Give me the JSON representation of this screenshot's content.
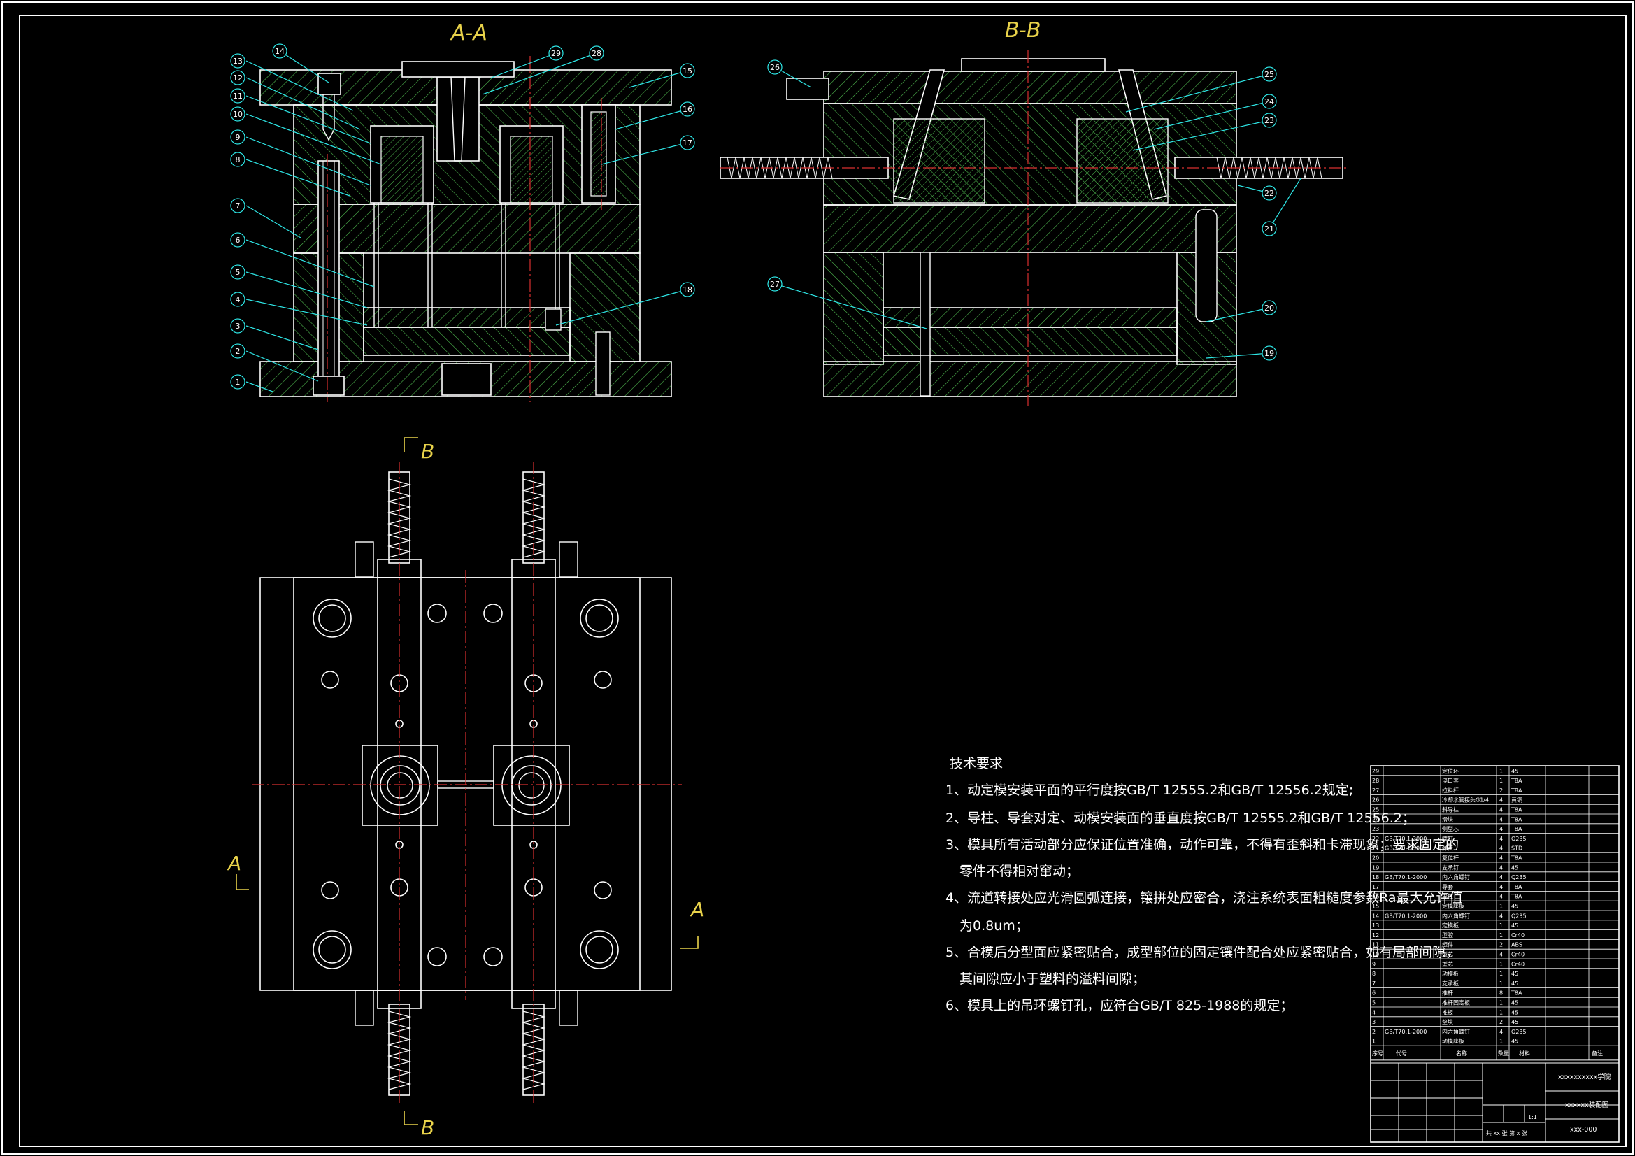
{
  "colors": {
    "background": "#000000",
    "outline": "#ffffff",
    "hatch": "#6be36b",
    "centerline": "#d93030",
    "leader": "#2ee6e6",
    "section_label": "#e8d24a"
  },
  "views": {
    "section_aa_title": "A-A",
    "section_bb_title": "B-B",
    "plan_marker_b_top": "B",
    "plan_marker_b_bottom": "B",
    "plan_marker_a_left": "A",
    "plan_marker_a_right": "A"
  },
  "part_callouts_aa": [
    "1",
    "2",
    "3",
    "4",
    "5",
    "6",
    "7",
    "8",
    "9",
    "10",
    "11",
    "12",
    "13",
    "14",
    "15",
    "16",
    "17",
    "18",
    "29",
    "28"
  ],
  "part_callouts_bb": [
    "26",
    "25",
    "24",
    "23",
    "22",
    "21",
    "27",
    "20",
    "19"
  ],
  "technical_requirements": {
    "heading": "技术要求",
    "items": [
      "1、动定模安装平面的平行度按GB/T 12555.2和GB/T 12556.2规定;",
      "2、导柱、导套对定、动模安装面的垂直度按GB/T 12555.2和GB/T 12556.2；",
      "3、模具所有活动部分应保证位置准确，动作可靠，不得有歪斜和卡滞现象；要求固定的",
      "零件不得相对窜动；",
      "4、流道转接处应光滑圆弧连接，镶拼处应密合，浇注系统表面粗糙度参数Ra最大允许值",
      "为0.8um；",
      "5、合模后分型面应紧密贴合，成型部位的固定镶件配合处应紧密贴合，如有局部间隙，",
      "其间隙应小于塑料的溢料间隙；",
      "6、模具上的吊环螺钉孔，应符合GB/T 825-1988的规定；"
    ]
  },
  "bom": {
    "rows": [
      {
        "no": "29",
        "std": "",
        "name": "定位环",
        "qty": "1",
        "mat": "45",
        "note": ""
      },
      {
        "no": "28",
        "std": "",
        "name": "浇口套",
        "qty": "1",
        "mat": "T8A",
        "note": ""
      },
      {
        "no": "27",
        "std": "",
        "name": "拉料杆",
        "qty": "2",
        "mat": "T8A",
        "note": ""
      },
      {
        "no": "26",
        "std": "",
        "name": "冷却水管接头G1/4",
        "qty": "4",
        "mat": "黄铜",
        "note": ""
      },
      {
        "no": "25",
        "std": "",
        "name": "斜导柱",
        "qty": "4",
        "mat": "T8A",
        "note": ""
      },
      {
        "no": "24",
        "std": "",
        "name": "滑块",
        "qty": "4",
        "mat": "T8A",
        "note": ""
      },
      {
        "no": "23",
        "std": "",
        "name": "侧型芯",
        "qty": "4",
        "mat": "T8A",
        "note": ""
      },
      {
        "no": "22",
        "std": "GB/T70.1-2000",
        "name": "螺钉",
        "qty": "4",
        "mat": "Q235",
        "note": ""
      },
      {
        "no": "21",
        "std": "GB/T70.1-500",
        "name": "弹簧",
        "qty": "4",
        "mat": "STD",
        "note": ""
      },
      {
        "no": "20",
        "std": "",
        "name": "复位杆",
        "qty": "4",
        "mat": "T8A",
        "note": ""
      },
      {
        "no": "19",
        "std": "",
        "name": "支承钉",
        "qty": "4",
        "mat": "45",
        "note": ""
      },
      {
        "no": "18",
        "std": "GB/T70.1-2000",
        "name": "内六角螺钉",
        "qty": "4",
        "mat": "Q235",
        "note": ""
      },
      {
        "no": "17",
        "std": "",
        "name": "导套",
        "qty": "4",
        "mat": "T8A",
        "note": ""
      },
      {
        "no": "16",
        "std": "",
        "name": "导柱",
        "qty": "4",
        "mat": "T8A",
        "note": ""
      },
      {
        "no": "15",
        "std": "",
        "name": "定模座板",
        "qty": "1",
        "mat": "45",
        "note": ""
      },
      {
        "no": "14",
        "std": "GB/T70.1-2000",
        "name": "内六角螺钉",
        "qty": "4",
        "mat": "Q235",
        "note": ""
      },
      {
        "no": "13",
        "std": "",
        "name": "定模板",
        "qty": "1",
        "mat": "45",
        "note": ""
      },
      {
        "no": "12",
        "std": "",
        "name": "型腔",
        "qty": "1",
        "mat": "Cr40",
        "note": ""
      },
      {
        "no": "11",
        "std": "",
        "name": "塑件",
        "qty": "2",
        "mat": "ABS",
        "note": ""
      },
      {
        "no": "10",
        "std": "",
        "name": "型芯",
        "qty": "4",
        "mat": "Cr40",
        "note": ""
      },
      {
        "no": "9",
        "std": "",
        "name": "型芯",
        "qty": "1",
        "mat": "Cr40",
        "note": ""
      },
      {
        "no": "8",
        "std": "",
        "name": "动模板",
        "qty": "1",
        "mat": "45",
        "note": ""
      },
      {
        "no": "7",
        "std": "",
        "name": "支承板",
        "qty": "1",
        "mat": "45",
        "note": ""
      },
      {
        "no": "6",
        "std": "",
        "name": "推杆",
        "qty": "8",
        "mat": "T8A",
        "note": ""
      },
      {
        "no": "5",
        "std": "",
        "name": "推杆固定板",
        "qty": "1",
        "mat": "45",
        "note": ""
      },
      {
        "no": "4",
        "std": "",
        "name": "推板",
        "qty": "1",
        "mat": "45",
        "note": ""
      },
      {
        "no": "3",
        "std": "",
        "name": "垫块",
        "qty": "2",
        "mat": "45",
        "note": ""
      },
      {
        "no": "2",
        "std": "GB/T70.1-2000",
        "name": "内六角螺钉",
        "qty": "4",
        "mat": "Q235",
        "note": ""
      },
      {
        "no": "1",
        "std": "",
        "name": "动模座板",
        "qty": "1",
        "mat": "45",
        "note": ""
      }
    ],
    "header": {
      "no": "序号",
      "std": "代号",
      "name": "名称",
      "qty": "数量",
      "mat": "材料",
      "note": "备注"
    },
    "title_block": {
      "school": "xxxxxxxxxx学院",
      "drawing_name": "xxxxxx装配图",
      "drawing_no": "xxx-000",
      "sheet": "共 xx 张  第 x 张",
      "scale": "1:1"
    }
  }
}
